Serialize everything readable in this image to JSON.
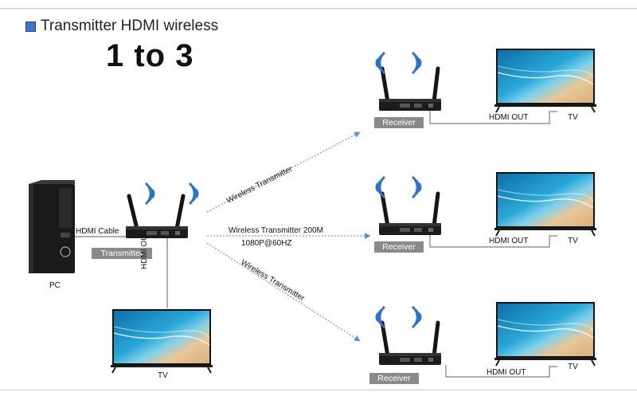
{
  "title": "Transmitter HDMI wireless",
  "subtitle": "1 to 3",
  "pc_label": "PC",
  "hdmi_cable_label": "HDMI Cable",
  "transmitter_label": "Transmitter",
  "local_hdmi_out_label": "HDMI OUT",
  "local_tv_label": "TV",
  "links": {
    "top": "Wireless Transmitter",
    "middle": "Wireless Transmitter 200M",
    "middle_sub": "1080P@60HZ",
    "bottom": "Wireless Transmitter"
  },
  "receivers": [
    {
      "label": "Receiver",
      "hdmi_out": "HDMI OUT",
      "tv": "TV"
    },
    {
      "label": "Receiver",
      "hdmi_out": "HDMI OUT",
      "tv": "TV"
    },
    {
      "label": "Receiver",
      "hdmi_out": "HDMI OUT",
      "tv": "TV"
    }
  ],
  "colors": {
    "accent": "#3f76c9",
    "wifi": "#2f73c4",
    "link": "#5b8fd1",
    "tag": "#8a8a8a",
    "sea": "#2aa7d8",
    "sand": "#e8c79a"
  }
}
